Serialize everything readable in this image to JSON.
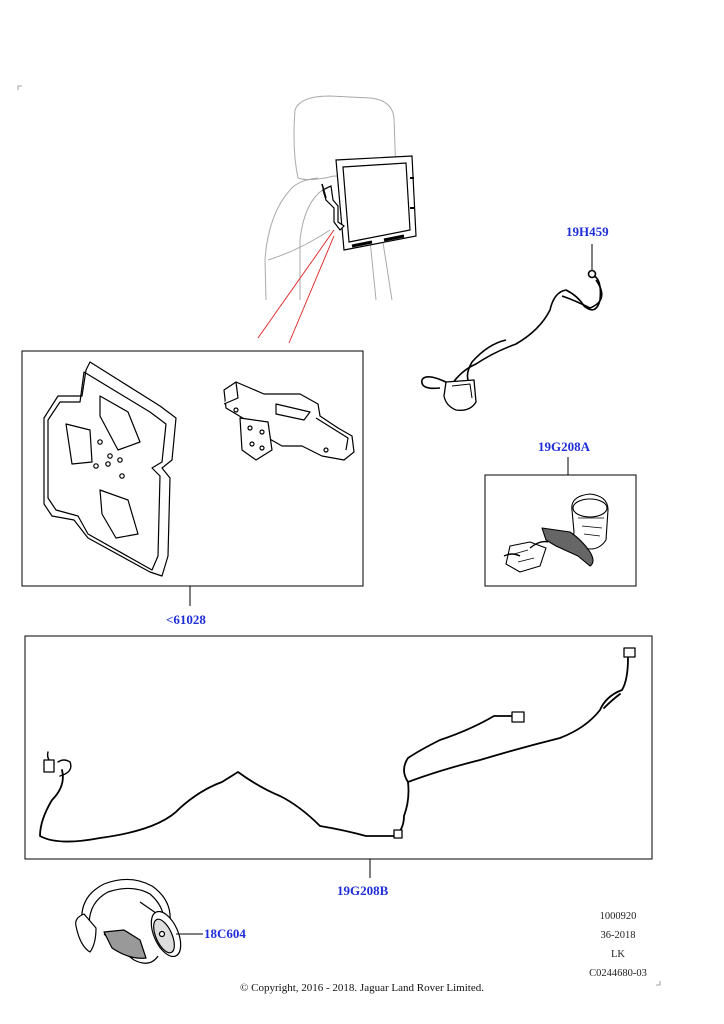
{
  "callouts": {
    "tablet_holder_kit": "<61028",
    "dvd_connector_cable": "19H459",
    "adapter_kit": "19G208A",
    "harness": "19G208B",
    "headphones": "18C604"
  },
  "meta": {
    "line1": "1000920",
    "line2": "36-2018",
    "line3": "LK",
    "line4": "C0244680-03"
  },
  "copyright": "© Copyright, 2016 - 2018. Jaguar Land Rover Limited."
}
